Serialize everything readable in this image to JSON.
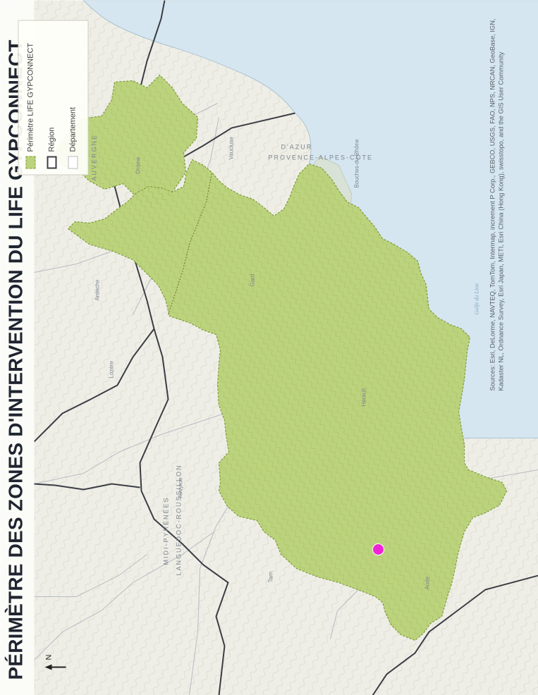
{
  "map": {
    "title": "PÉRIMÈTRE DES ZONES D'INTERVENTION DU LIFE GYPCONNECT",
    "north_symbol": "N",
    "colors": {
      "perimeter_fill": "#bcd37d",
      "perimeter_stroke": "#7f9a3c",
      "sea": "#d5e6f0",
      "land": "#eeeee6",
      "lagoon": "#d9e2d6",
      "region_border": "#3a3d44",
      "department_border": "#b8bcc4",
      "marker": "#ef23d6"
    },
    "legend": {
      "items": [
        {
          "label": "Périmètre LIFE GYPCONNECT",
          "swatch": "perimeter"
        },
        {
          "label": "Région",
          "swatch": "region"
        },
        {
          "label": "Département",
          "swatch": "department"
        }
      ]
    },
    "region_labels": [
      {
        "text": "PROVENCE-ALPES-CÔTE",
        "line2": "D'AZUR"
      },
      {
        "text": "MIDI-PYRÉNÉES",
        "line2": "LANGUEDOC-ROUSSILLON"
      },
      {
        "text": "AUVERGNE"
      }
    ],
    "department_labels": [
      "Vaucluse",
      "Bouches-du-Rhône",
      "Gard",
      "Hérault",
      "Aude",
      "Lozère",
      "Aveyron",
      "Tarn",
      "Ardèche",
      "Drôme"
    ],
    "sea_label": "Golfe du Lion",
    "marker_label": "",
    "sources": "Sources: Esri, DeLorme, NAVTEQ, TomTom, Intermap, increment P Corp., GEBCO, USGS, FAO, NPS, NRCAN, GeoBase, IGN, Kadaster NL, Ordnance Survey, Esri Japan, METI, Esri China (Hong Kong), swisstopo, and the GIS User Community"
  }
}
